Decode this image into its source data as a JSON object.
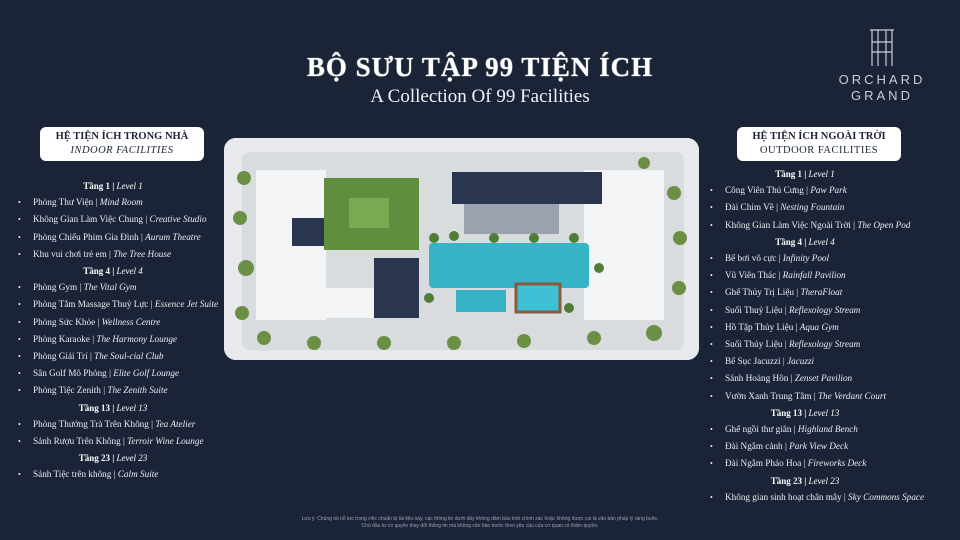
{
  "header": {
    "title": "BỘ SƯU TẬP 99 TIỆN ÍCH",
    "subtitle": "A Collection Of 99 Facilities"
  },
  "brand": {
    "line1": "ORCHARD",
    "line2": "GRAND"
  },
  "indoor": {
    "title_vn": "HỆ TIỆN ÍCH TRONG NHÀ",
    "title_en": "INDOOR FACILITIES",
    "sep": "|",
    "groups": [
      {
        "level_vn": "Tầng 1",
        "level_en": "Level 1",
        "items": [
          {
            "vn": "Phòng Thư Viện",
            "en": "Mind Room"
          },
          {
            "vn": "Không Gian Làm Việc Chung",
            "en": "Creative Studio"
          },
          {
            "vn": "Phòng Chiếu Phim Gia Đình",
            "en": "Aurum Theatre"
          },
          {
            "vn": "Khu vui chơi trẻ em",
            "en": "The Tree House"
          }
        ]
      },
      {
        "level_vn": "Tầng 4",
        "level_en": "Level 4",
        "items": [
          {
            "vn": "Phòng Gym",
            "en": "The Vital Gym"
          },
          {
            "vn": "Phòng Tắm Massage Thuỷ Lực",
            "en": "Essence Jet Suite"
          },
          {
            "vn": "Phòng Sức Khỏe",
            "en": "Wellness Centre"
          },
          {
            "vn": "Phòng Karaoke",
            "en": "The Harmony Lounge"
          },
          {
            "vn": "Phòng Giải Trí",
            "en": "The Soul-cial Club"
          },
          {
            "vn": "Sân Golf Mô Phỏng",
            "en": "Elite Golf Lounge"
          },
          {
            "vn": "Phòng Tiệc Zenith",
            "en": "The Zenith Suite"
          }
        ]
      },
      {
        "level_vn": "Tầng 13",
        "level_en": "Level 13",
        "items": [
          {
            "vn": "Phòng Thưởng Trà Trên Không",
            "en": "Tea Atelier"
          },
          {
            "vn": "Sảnh Rượu Trên Không",
            "en": "Terroir Wine Lounge"
          }
        ]
      },
      {
        "level_vn": "Tầng 23",
        "level_en": "Level 23",
        "items": [
          {
            "vn": "Sảnh Tiệc trên không",
            "en": "Calm Suite"
          }
        ]
      }
    ]
  },
  "outdoor": {
    "title_vn": "HỆ TIỆN ÍCH NGOÀI TRỜI",
    "title_en": "OUTDOOR FACILITIES",
    "sep": "|",
    "groups": [
      {
        "level_vn": "Tầng 1",
        "level_en": "Level 1",
        "items": [
          {
            "vn": "Công Viên Thú Cưng",
            "en": "Paw Park"
          },
          {
            "vn": "Đài Chim Về",
            "en": "Nesting Fountain"
          },
          {
            "vn": "Không Gian Làm Việc Ngoài Trời",
            "en": "The Open Pod"
          }
        ]
      },
      {
        "level_vn": "Tầng 4",
        "level_en": "Level 4",
        "items": [
          {
            "vn": "Bể bơi vô cực",
            "en": "Infinity Pool"
          },
          {
            "vn": "Vũ Viên Thác",
            "en": "Rainfall Pavilion"
          },
          {
            "vn": "Ghế Thủy Trị Liệu",
            "en": "TheraFloat"
          },
          {
            "vn": "Suối Thuỷ Liệu",
            "en": "Reflexology Stream"
          },
          {
            "vn": "Hồ Tập Thủy Liệu",
            "en": "Aqua Gym"
          },
          {
            "vn": "Suối Thủy Liệu",
            "en": "Reflexology Stream"
          },
          {
            "vn": "Bể Sục Jacuzzi",
            "en": "Jacuzzi"
          },
          {
            "vn": "Sảnh Hoàng Hôn",
            "en": "Zenset Pavilion"
          },
          {
            "vn": "Vườn Xanh Trung Tâm",
            "en": "The Verdant Court"
          }
        ]
      },
      {
        "level_vn": "Tầng 13",
        "level_en": "Level 13",
        "items": [
          {
            "vn": "Ghế ngồi thư giãn",
            "en": "Highland Bench"
          },
          {
            "vn": "Đài Ngắm cảnh",
            "en": "Park View Deck"
          },
          {
            "vn": "Đài Ngắm Pháo Hoa",
            "en": "Fireworks Deck"
          }
        ]
      },
      {
        "level_vn": "Tầng 23",
        "level_en": "Level 23",
        "items": [
          {
            "vn": "Không gian sinh hoạt chân mây",
            "en": "Sky Commons Space"
          }
        ]
      }
    ]
  },
  "footnote": {
    "line1": "Lưu ý: Chúng tôi nỗ lực trong việc chuẩn bị tài liệu này, các thông tin dưới đây không đảm bảo tính chính xác hoặc không được coi là văn bản pháp lý ràng buộc.",
    "line2": "Chủ đầu tư có quyền thay đổi thông tin mà không cần báo trước theo yêu cầu của cơ quan có thẩm quyền."
  },
  "colors": {
    "background": "#1b2436",
    "panel_title_bg": "#ffffff",
    "pool": "#37b3c8",
    "building_roof": "#2a3550",
    "greenery": "#5f8f3e"
  },
  "icons": {
    "bullet": "•",
    "brand_mark": "orchard-grand-monogram-icon"
  }
}
